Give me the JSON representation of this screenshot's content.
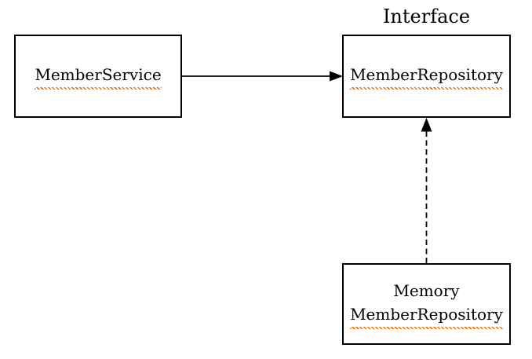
{
  "diagram": {
    "interface_label": "Interface",
    "boxes": {
      "member_service": {
        "label": "MemberService"
      },
      "member_repository": {
        "label": "MemberRepository",
        "stereotype": "Interface"
      },
      "memory_member_repository": {
        "line1": "Memory",
        "line2": "MemberRepository"
      }
    },
    "arrows": [
      {
        "from": "MemberService",
        "to": "MemberRepository",
        "style": "solid",
        "head": "filled-triangle"
      },
      {
        "from": "MemoryMemberRepository",
        "to": "MemberRepository",
        "style": "dashed",
        "head": "filled-triangle"
      }
    ],
    "colors": {
      "background": "#ffffff",
      "line": "#000000",
      "text": "#000000",
      "spellcheck_underline": "#f07000"
    }
  }
}
